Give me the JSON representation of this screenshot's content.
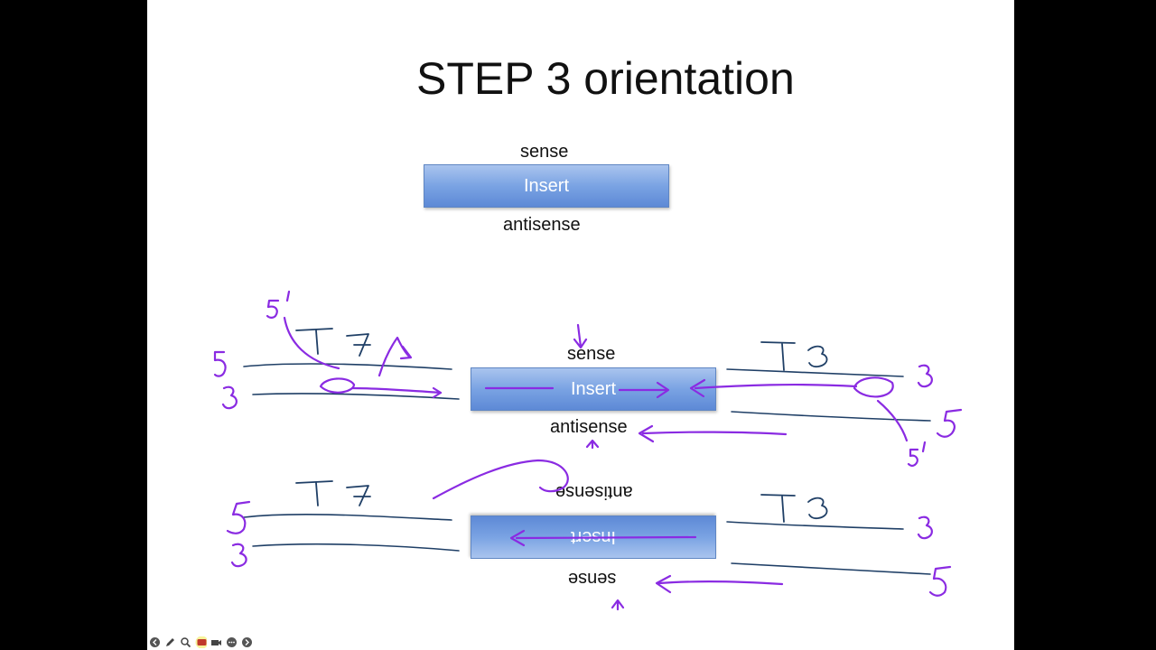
{
  "slide": {
    "title": "STEP 3 orientation",
    "top_diagram": {
      "sense": "sense",
      "insert": "Insert",
      "antisense": "antisense"
    },
    "middle_diagram": {
      "sense": "sense",
      "insert": "Insert",
      "antisense": "antisense"
    },
    "bottom_diagram": {
      "antisense": "antisense",
      "insert": "Insert",
      "sense": "sense"
    }
  },
  "annotations": {
    "five_prime_top": "5'",
    "t7_upper": "T7",
    "t3_upper": "T3",
    "five_left_mid": "5",
    "three_left_mid": "3",
    "three_right_mid": "3",
    "five_right_mid": "5",
    "five_prime_right": "5'",
    "t7_lower": "T7",
    "t3_lower": "T3",
    "five_left_low": "5",
    "three_left_low": "3",
    "three_right_low": "3",
    "five_right_low": "5"
  },
  "colors": {
    "ink_purple": "#8a2be2",
    "ink_dark_blue": "#1f3f66",
    "insert_blue": "#6f98df"
  },
  "toolbar": {
    "icons": [
      "back-arrow-icon",
      "pen-icon",
      "zoom-icon",
      "captions-icon",
      "camera-icon",
      "more-icon",
      "forward-arrow-icon"
    ]
  }
}
